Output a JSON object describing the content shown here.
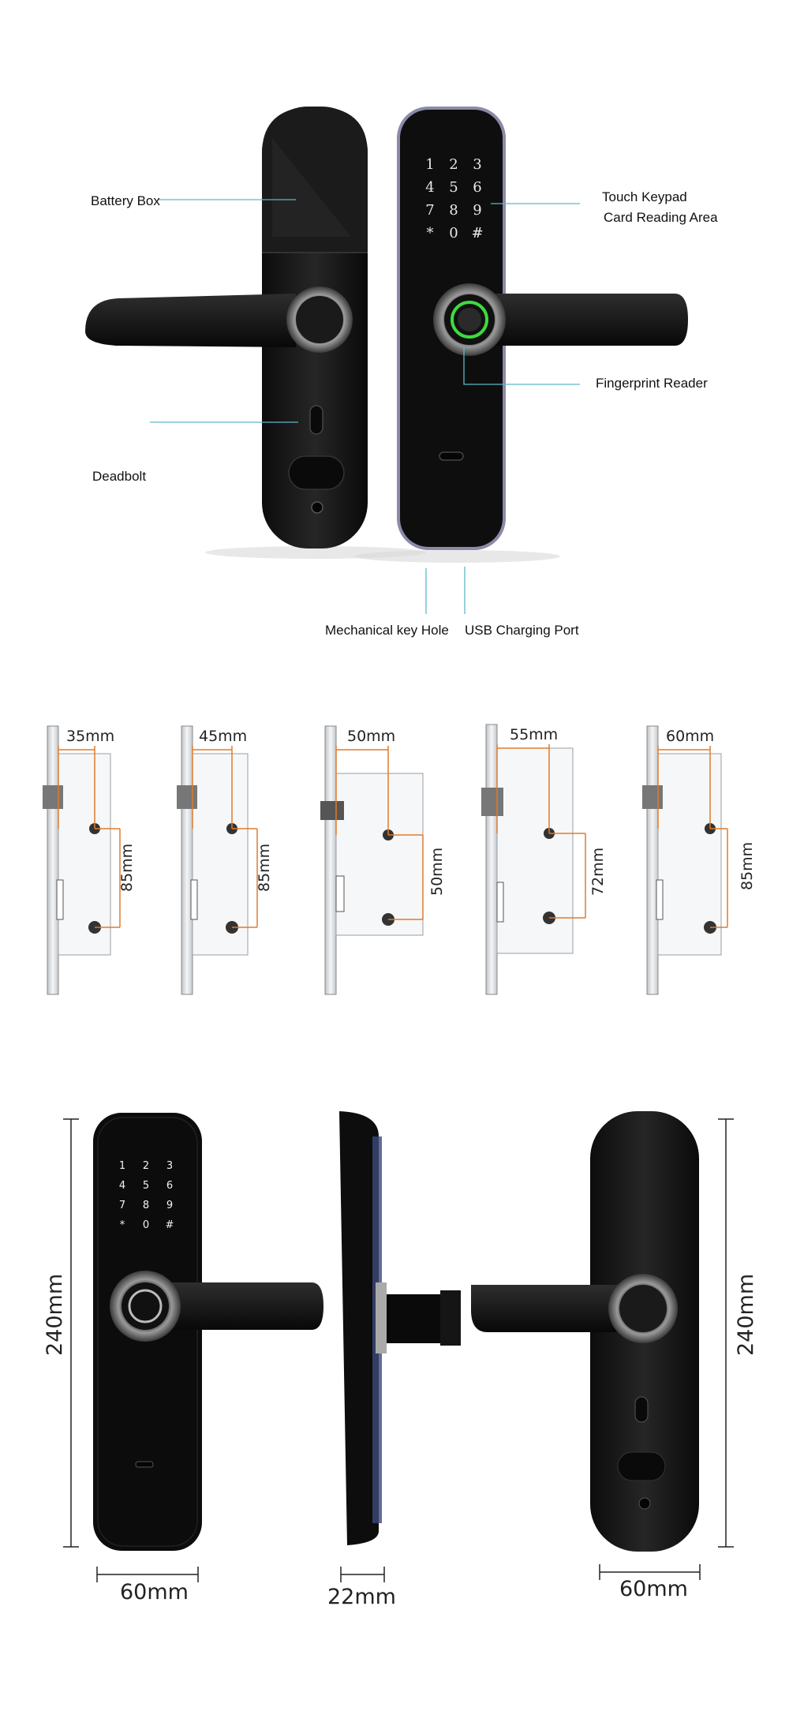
{
  "section_features": {
    "callouts": {
      "battery_box": "Battery Box",
      "touch_keypad": "Touch Keypad",
      "card_reading_area": "Card Reading Area",
      "fingerprint_reader": "Fingerprint Reader",
      "deadbolt": "Deadbolt",
      "mechanical_key_hole": "Mechanical key Hole",
      "usb_charging_port": "USB Charging Port"
    },
    "keypad": [
      "1",
      "2",
      "3",
      "4",
      "5",
      "6",
      "7",
      "8",
      "9",
      "*",
      "0",
      "#"
    ],
    "colors": {
      "callout_line": "#5fb8c8",
      "lock_body": "#141414",
      "fingerprint_ring": "#3ddc3d"
    }
  },
  "section_mortise": {
    "bodies": [
      {
        "backset": "35mm",
        "center": "85mm"
      },
      {
        "backset": "45mm",
        "center": "85mm"
      },
      {
        "backset": "50mm",
        "center": "50mm"
      },
      {
        "backset": "55mm",
        "center": "72mm"
      },
      {
        "backset": "60mm",
        "center": "85mm"
      }
    ],
    "colors": {
      "dimension_line": "#e07b2a"
    }
  },
  "section_dimensions": {
    "front_height": "240mm",
    "front_width": "60mm",
    "side_thickness": "22mm",
    "back_height": "240mm",
    "back_width": "60mm",
    "keypad": [
      "1",
      "2",
      "3",
      "4",
      "5",
      "6",
      "7",
      "8",
      "9",
      "*",
      "0",
      "#"
    ]
  }
}
